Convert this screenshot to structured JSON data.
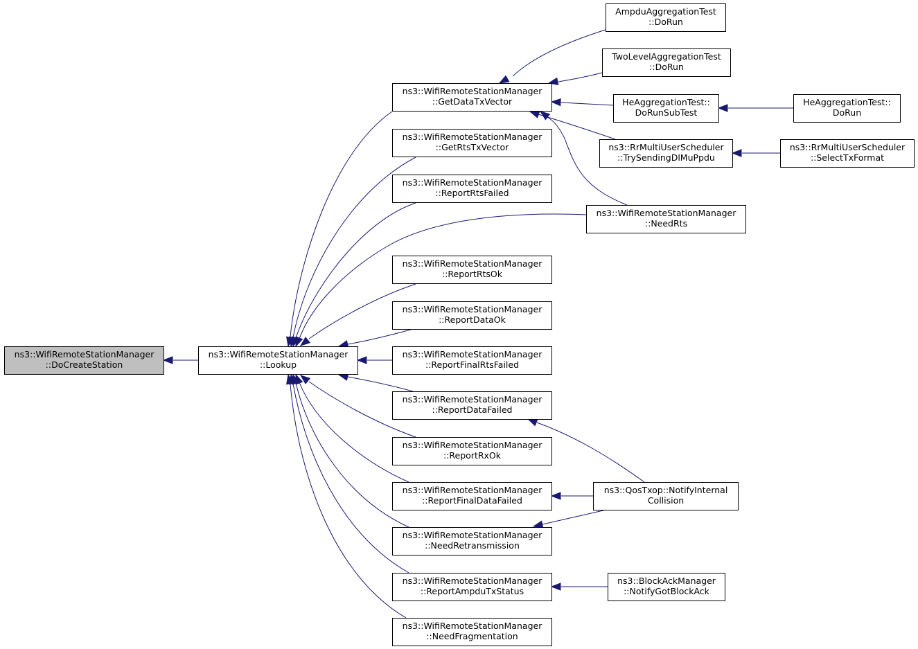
{
  "graph": {
    "nodes": [
      {
        "id": "docreate",
        "line1": "ns3::WifiRemoteStationManager",
        "line2": "::DoCreateStation",
        "highlighted": true
      },
      {
        "id": "lookup",
        "line1": "ns3::WifiRemoteStationManager",
        "line2": "::Lookup"
      },
      {
        "id": "getdatatx",
        "line1": "ns3::WifiRemoteStationManager",
        "line2": "::GetDataTxVector"
      },
      {
        "id": "getrtstx",
        "line1": "ns3::WifiRemoteStationManager",
        "line2": "::GetRtsTxVector"
      },
      {
        "id": "reportrtsfailed",
        "line1": "ns3::WifiRemoteStationManager",
        "line2": "::ReportRtsFailed"
      },
      {
        "id": "reportrtsok",
        "line1": "ns3::WifiRemoteStationManager",
        "line2": "::ReportRtsOk"
      },
      {
        "id": "reportdataok",
        "line1": "ns3::WifiRemoteStationManager",
        "line2": "::ReportDataOk"
      },
      {
        "id": "reportfinalrtsfailed",
        "line1": "ns3::WifiRemoteStationManager",
        "line2": "::ReportFinalRtsFailed"
      },
      {
        "id": "reportdatafailed",
        "line1": "ns3::WifiRemoteStationManager",
        "line2": "::ReportDataFailed"
      },
      {
        "id": "reportrxok",
        "line1": "ns3::WifiRemoteStationManager",
        "line2": "::ReportRxOk"
      },
      {
        "id": "reportfinaldatafailed",
        "line1": "ns3::WifiRemoteStationManager",
        "line2": "::ReportFinalDataFailed"
      },
      {
        "id": "needretransmission",
        "line1": "ns3::WifiRemoteStationManager",
        "line2": "::NeedRetransmission"
      },
      {
        "id": "reportampdutxstatus",
        "line1": "ns3::WifiRemoteStationManager",
        "line2": "::ReportAmpduTxStatus"
      },
      {
        "id": "needfragmentation",
        "line1": "ns3::WifiRemoteStationManager",
        "line2": "::NeedFragmentation"
      },
      {
        "id": "ampdutest",
        "line1": "AmpduAggregationTest",
        "line2": "::DoRun"
      },
      {
        "id": "twoleveltest",
        "line1": "TwoLevelAggregationTest",
        "line2": "::DoRun"
      },
      {
        "id": "heaggsub",
        "line1": "HeAggregationTest::",
        "line2": "DoRunSubTest"
      },
      {
        "id": "rrtrysending",
        "line1": "ns3::RrMultiUserScheduler",
        "line2": "::TrySendingDlMuPpdu"
      },
      {
        "id": "needrts",
        "line1": "ns3::WifiRemoteStationManager",
        "line2": "::NeedRts"
      },
      {
        "id": "qostxop",
        "line1": "ns3::QosTxop::NotifyInternal",
        "line2": "Collision"
      },
      {
        "id": "blockack",
        "line1": "ns3::BlockAckManager",
        "line2": "::NotifyGotBlockAck"
      },
      {
        "id": "heaggdorun",
        "line1": "HeAggregationTest::",
        "line2": "DoRun"
      },
      {
        "id": "rrselect",
        "line1": "ns3::RrMultiUserScheduler",
        "line2": "::SelectTxFormat"
      }
    ],
    "edges": [
      {
        "from": "lookup",
        "to": "docreate"
      },
      {
        "from": "getdatatx",
        "to": "lookup"
      },
      {
        "from": "getrtstx",
        "to": "lookup"
      },
      {
        "from": "reportrtsfailed",
        "to": "lookup"
      },
      {
        "from": "needrts",
        "to": "lookup"
      },
      {
        "from": "reportrtsok",
        "to": "lookup"
      },
      {
        "from": "reportdataok",
        "to": "lookup"
      },
      {
        "from": "reportfinalrtsfailed",
        "to": "lookup"
      },
      {
        "from": "reportdatafailed",
        "to": "lookup"
      },
      {
        "from": "reportrxok",
        "to": "lookup"
      },
      {
        "from": "reportfinaldatafailed",
        "to": "lookup"
      },
      {
        "from": "needretransmission",
        "to": "lookup"
      },
      {
        "from": "reportampdutxstatus",
        "to": "lookup"
      },
      {
        "from": "needfragmentation",
        "to": "lookup"
      },
      {
        "from": "ampdutest",
        "to": "getdatatx"
      },
      {
        "from": "twoleveltest",
        "to": "getdatatx"
      },
      {
        "from": "heaggsub",
        "to": "getdatatx"
      },
      {
        "from": "rrtrysending",
        "to": "getdatatx"
      },
      {
        "from": "needrts",
        "to": "getdatatx"
      },
      {
        "from": "heaggdorun",
        "to": "heaggsub"
      },
      {
        "from": "rrselect",
        "to": "rrtrysending"
      },
      {
        "from": "qostxop",
        "to": "reportdatafailed"
      },
      {
        "from": "qostxop",
        "to": "reportfinaldatafailed"
      },
      {
        "from": "qostxop",
        "to": "needretransmission"
      },
      {
        "from": "blockack",
        "to": "reportampdutxstatus"
      }
    ]
  }
}
